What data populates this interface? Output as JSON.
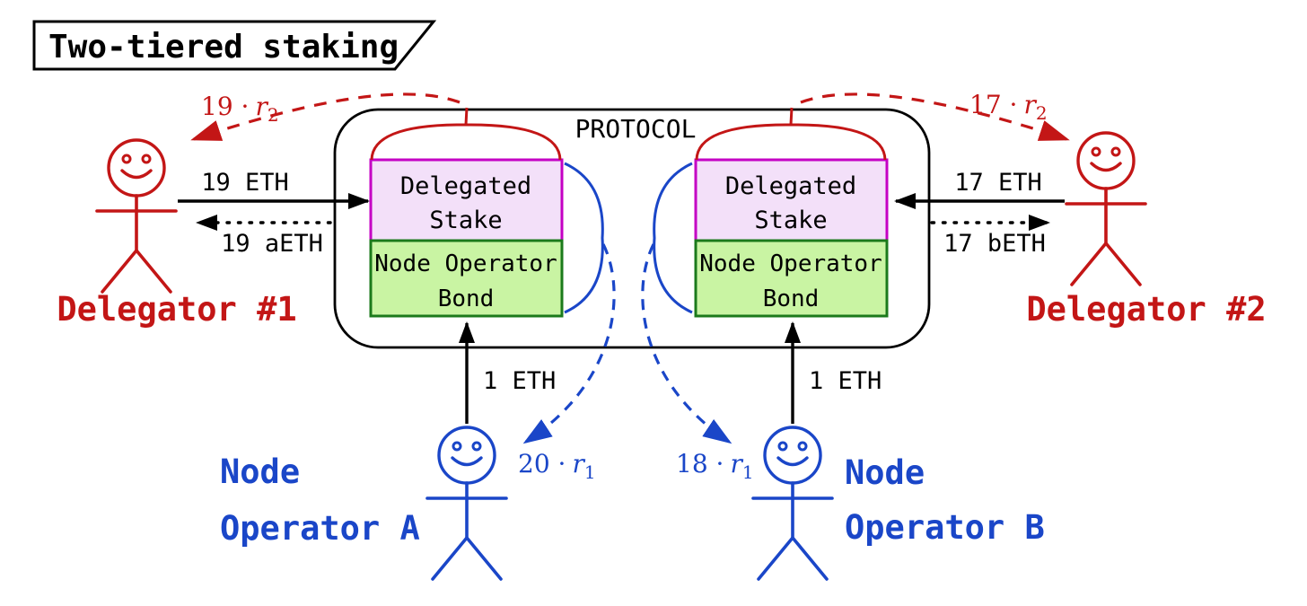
{
  "title": "Two-tiered staking",
  "protocol": {
    "label": "PROTOCOL"
  },
  "stacks": {
    "left": {
      "stake_line1": "Delegated",
      "stake_line2": "Stake",
      "bond_line1": "Node Operator",
      "bond_line2": "Bond"
    },
    "right": {
      "stake_line1": "Delegated",
      "stake_line2": "Stake",
      "bond_line1": "Node Operator",
      "bond_line2": "Bond"
    }
  },
  "actors": {
    "delegator1": {
      "label": "Delegator #1"
    },
    "delegator2": {
      "label": "Delegator #2"
    },
    "operatorA": {
      "line1": "Node",
      "line2": "Operator A"
    },
    "operatorB": {
      "line1": "Node",
      "line2": "Operator B"
    }
  },
  "flows": {
    "d1_deposit": "19 ETH",
    "d1_receipt": "19 aETH",
    "d2_deposit": "17 ETH",
    "d2_receipt": "17 bETH",
    "a_bond": "1 ETH",
    "b_bond": "1 ETH",
    "d1_reward": {
      "prefix": "19 ·",
      "var": "r",
      "sub": "2"
    },
    "d2_reward": {
      "prefix": "17 ·",
      "var": "r",
      "sub": "2"
    },
    "a_reward": {
      "prefix": "20 ·",
      "var": "r",
      "sub": "1"
    },
    "b_reward": {
      "prefix": "18 ·",
      "var": "r",
      "sub": "1"
    }
  },
  "colors": {
    "paper": "#ffffff",
    "ink": "#000000",
    "red": "#c31616",
    "blue": "#1a46c8",
    "magenta": "#c400c4",
    "purple_fill": "#f3e0f9",
    "green": "#1b7a1b",
    "green_fill": "#c9f4a3"
  }
}
